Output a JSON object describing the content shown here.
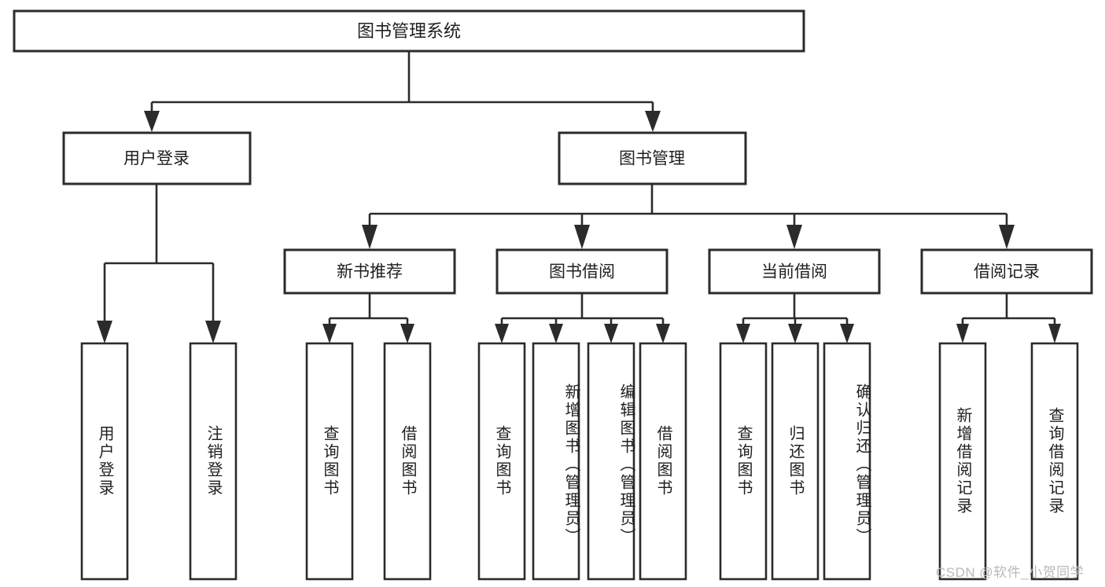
{
  "diagram": {
    "type": "hierarchy-tree",
    "title_node": {
      "label": "图书管理系统"
    },
    "level1": [
      {
        "id": "user-login",
        "label": "用户登录"
      },
      {
        "id": "book-management",
        "label": "图书管理"
      }
    ],
    "level2": [
      {
        "id": "new-book-recommend",
        "label": "新书推荐",
        "parent": "book-management"
      },
      {
        "id": "book-borrow",
        "label": "图书借阅",
        "parent": "book-management"
      },
      {
        "id": "current-borrow",
        "label": "当前借阅",
        "parent": "book-management"
      },
      {
        "id": "borrow-record",
        "label": "借阅记录",
        "parent": "book-management"
      }
    ],
    "leaves": [
      {
        "id": "leaf-user-login",
        "label": "用户登录",
        "parent": "user-login"
      },
      {
        "id": "leaf-logout-login",
        "label": "注销登录",
        "parent": "user-login"
      },
      {
        "id": "leaf-query-book-1",
        "label": "查询图书",
        "parent": "new-book-recommend"
      },
      {
        "id": "leaf-borrow-book-1",
        "label": "借阅图书",
        "parent": "new-book-recommend"
      },
      {
        "id": "leaf-query-book-2",
        "label": "查询图书",
        "parent": "book-borrow"
      },
      {
        "id": "leaf-add-book",
        "label": "新增图书（管理员）",
        "parent": "book-borrow"
      },
      {
        "id": "leaf-edit-book",
        "label": "编辑图书（管理员）",
        "parent": "book-borrow"
      },
      {
        "id": "leaf-borrow-book-2",
        "label": "借阅图书",
        "parent": "book-borrow"
      },
      {
        "id": "leaf-query-book-3",
        "label": "查询图书",
        "parent": "current-borrow"
      },
      {
        "id": "leaf-return-book",
        "label": "归还图书",
        "parent": "current-borrow"
      },
      {
        "id": "leaf-confirm-return",
        "label": "确认归还（管理员）",
        "parent": "current-borrow"
      },
      {
        "id": "leaf-add-record",
        "label": "新增借阅记录",
        "parent": "borrow-record"
      },
      {
        "id": "leaf-query-record",
        "label": "查询借阅记录",
        "parent": "borrow-record"
      }
    ],
    "watermark": "CSDN @软件_小贺同学",
    "colors": {
      "background": "#ffffff",
      "stroke": "#2b2b2b",
      "text": "#1f1f1f",
      "watermark": "#b9b9b9"
    }
  }
}
